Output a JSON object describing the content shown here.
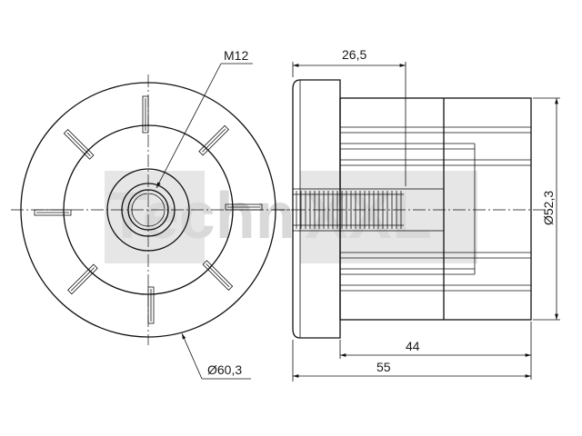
{
  "dimensions": {
    "thread": "M12",
    "outer_diameter": "Ø60,3",
    "body_diameter": "Ø52,3",
    "insert_length": "44",
    "total_length": "55",
    "thread_offset": "26,5"
  },
  "watermark": {
    "left": "Techn",
    "right": "XXL"
  }
}
